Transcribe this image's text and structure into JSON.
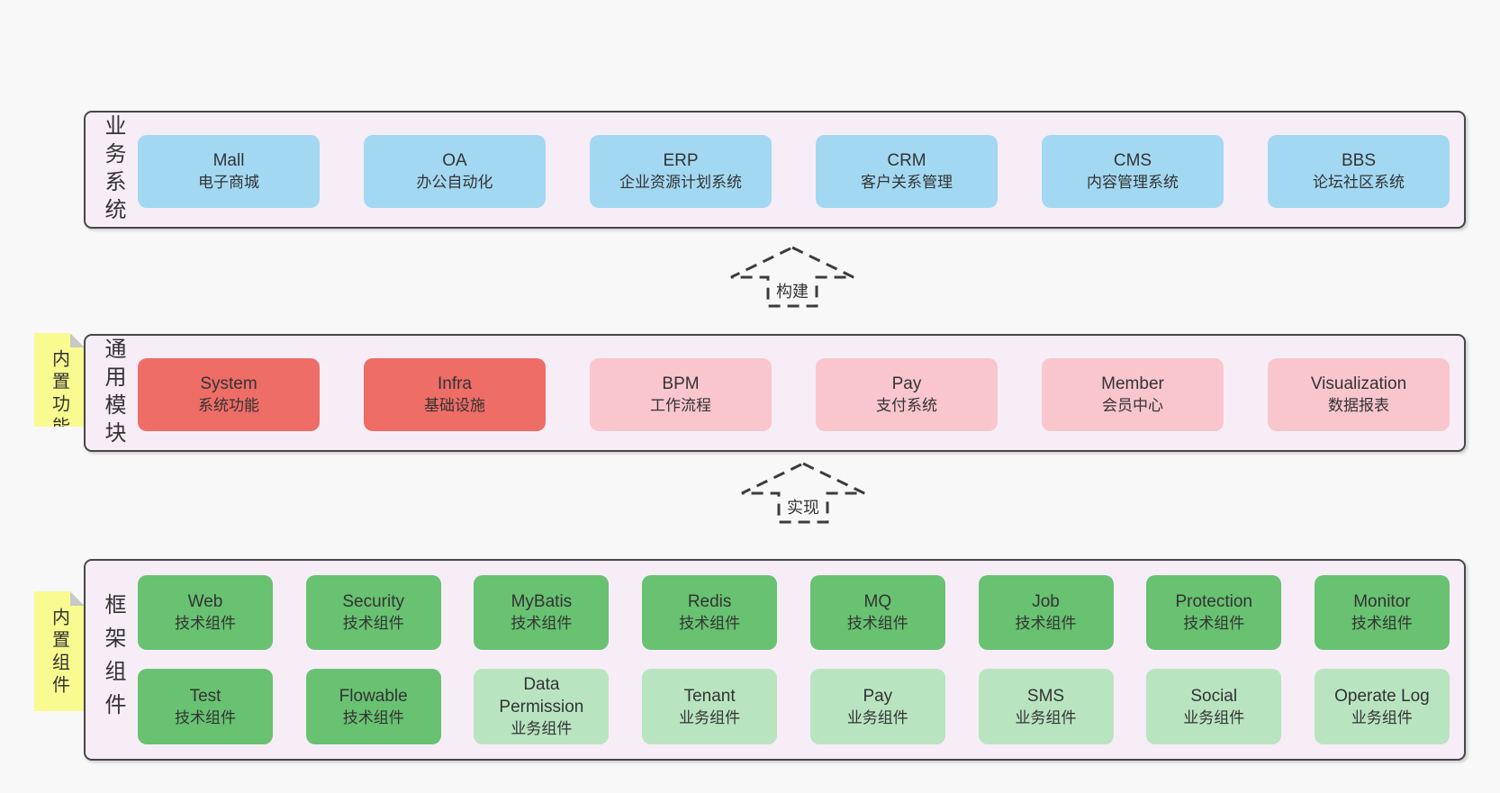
{
  "diagram": {
    "sections": [
      {
        "label": "业务系统",
        "rows": [
          [
            {
              "name": "Mall",
              "desc": "电子商城"
            },
            {
              "name": "OA",
              "desc": "办公自动化"
            },
            {
              "name": "ERP",
              "desc": "企业资源计划系统"
            },
            {
              "name": "CRM",
              "desc": "客户关系管理"
            },
            {
              "name": "CMS",
              "desc": "内容管理系统"
            },
            {
              "name": "BBS",
              "desc": "论坛社区系统"
            }
          ]
        ]
      },
      {
        "label": "通用模块",
        "note": "内置功能",
        "rows": [
          [
            {
              "name": "System",
              "desc": "系统功能"
            },
            {
              "name": "Infra",
              "desc": "基础设施"
            },
            {
              "name": "BPM",
              "desc": "工作流程"
            },
            {
              "name": "Pay",
              "desc": "支付系统"
            },
            {
              "name": "Member",
              "desc": "会员中心"
            },
            {
              "name": "Visualization",
              "desc": "数据报表"
            }
          ]
        ]
      },
      {
        "label": "框架组件",
        "note": "内置组件",
        "rows": [
          [
            {
              "name": "Web",
              "desc": "技术组件"
            },
            {
              "name": "Security",
              "desc": "技术组件"
            },
            {
              "name": "MyBatis",
              "desc": "技术组件"
            },
            {
              "name": "Redis",
              "desc": "技术组件"
            },
            {
              "name": "MQ",
              "desc": "技术组件"
            },
            {
              "name": "Job",
              "desc": "技术组件"
            },
            {
              "name": "Protection",
              "desc": "技术组件"
            },
            {
              "name": "Monitor",
              "desc": "技术组件"
            }
          ],
          [
            {
              "name": "Test",
              "desc": "技术组件"
            },
            {
              "name": "Flowable",
              "desc": "技术组件"
            },
            {
              "name": "Data Permission",
              "desc": "业务组件"
            },
            {
              "name": "Tenant",
              "desc": "业务组件"
            },
            {
              "name": "Pay",
              "desc": "业务组件"
            },
            {
              "name": "SMS",
              "desc": "业务组件"
            },
            {
              "name": "Social",
              "desc": "业务组件"
            },
            {
              "name": "Operate Log",
              "desc": "业务组件"
            }
          ]
        ]
      }
    ],
    "arrows": [
      {
        "label": "构建"
      },
      {
        "label": "实现"
      }
    ],
    "colors": {
      "page_bg": "#f8f8f8",
      "band_bg": "#f7edf7",
      "band_border": "#474747",
      "blue_box": "#a3d8f2",
      "red_box": "#ee6d66",
      "pink_box": "#f9c6ce",
      "green_box": "#68c271",
      "light_green_box": "#b9e4c0",
      "note_yellow": "#f9fa8f",
      "note_fold": "#c8c8c8",
      "text": "#333333"
    }
  }
}
